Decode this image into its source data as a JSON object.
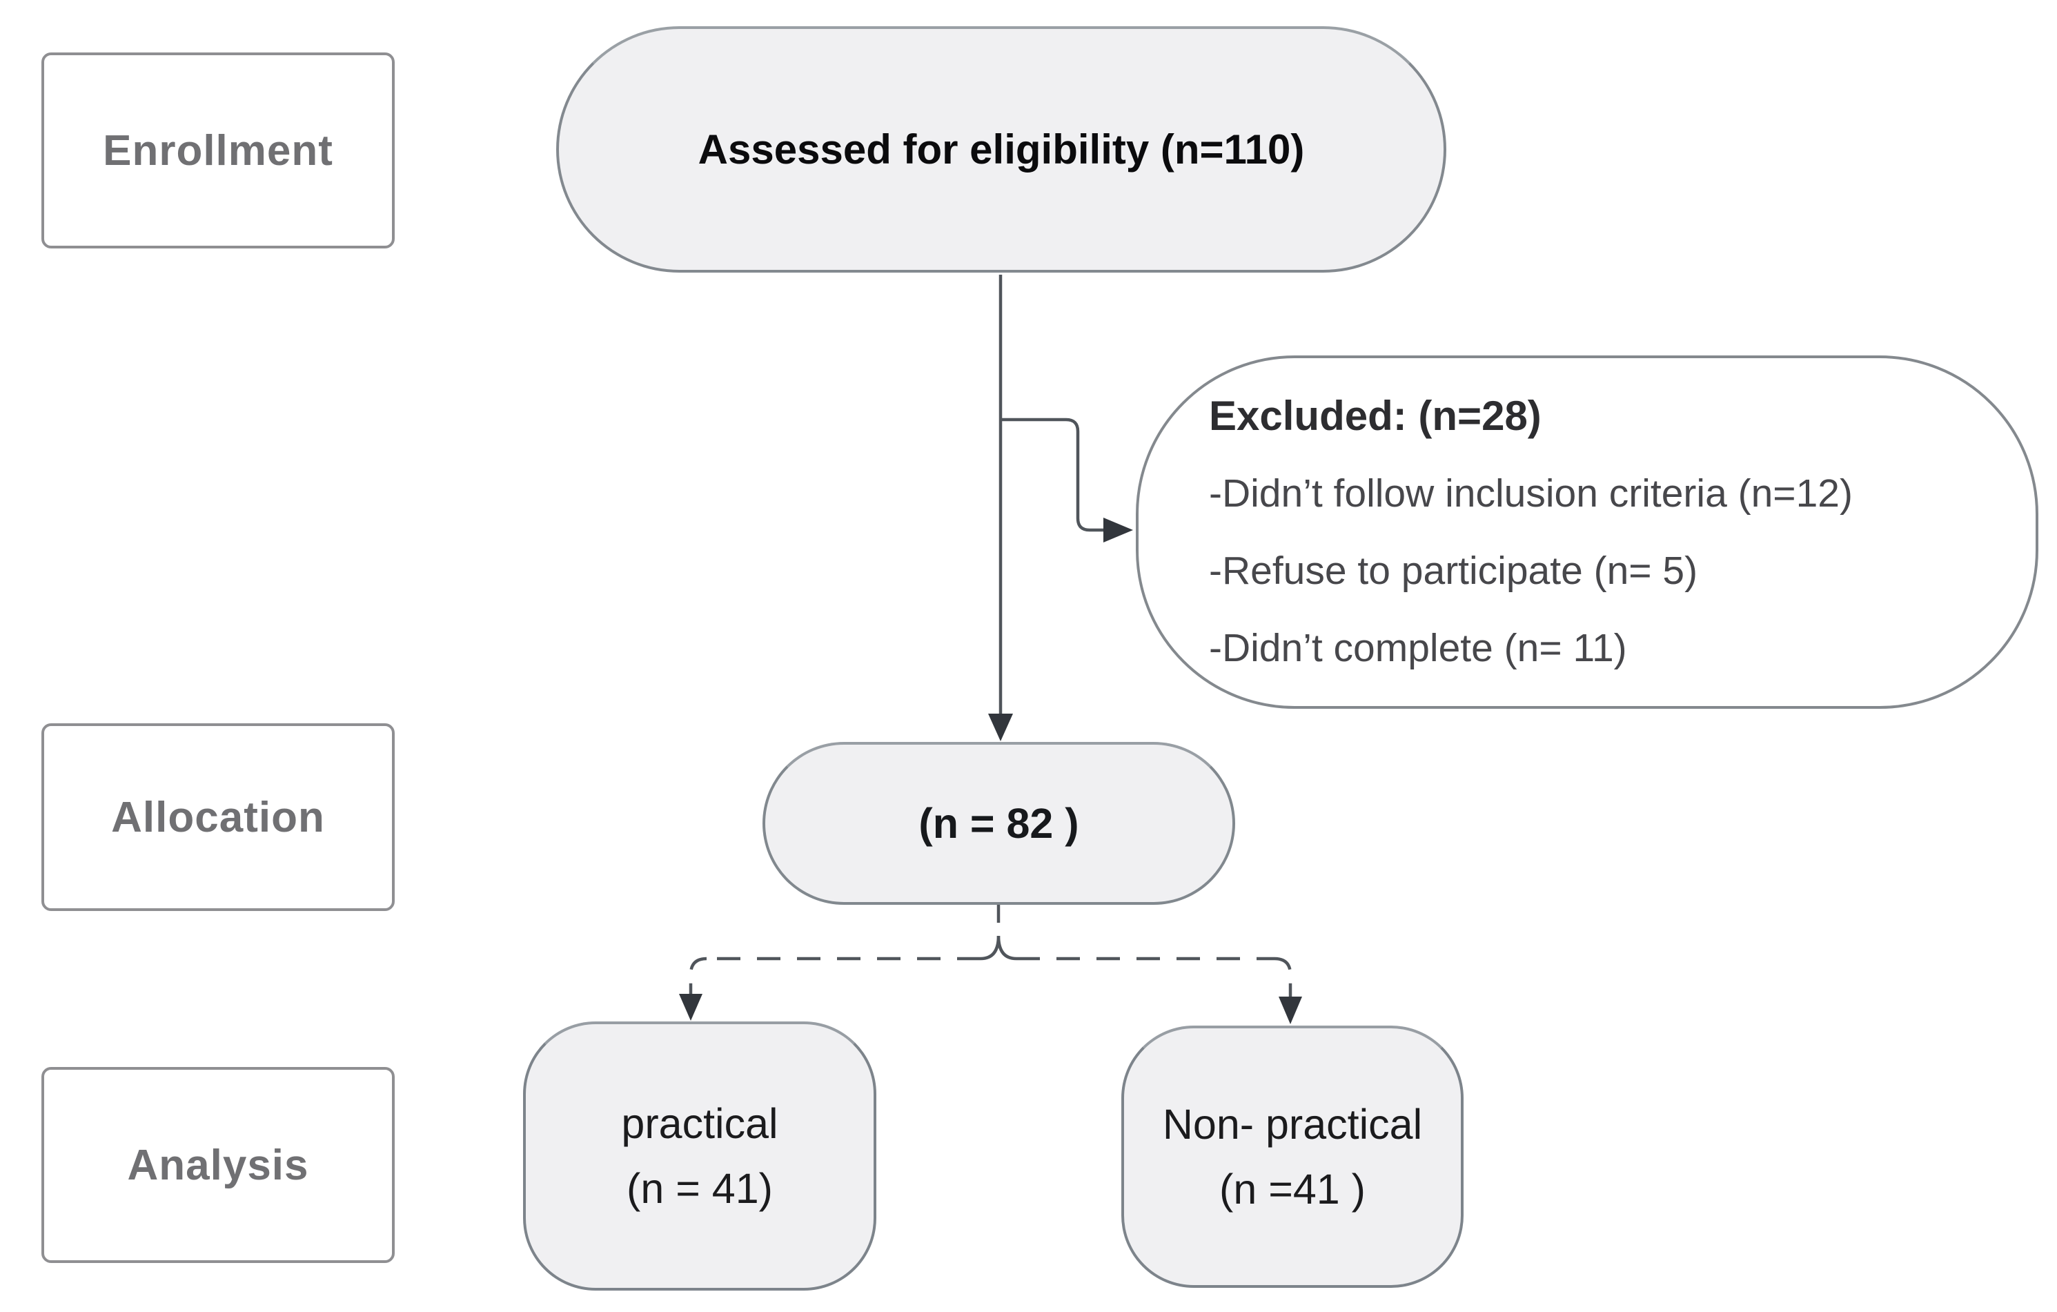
{
  "diagram": {
    "title_hint": "CONSORT-style participant flow diagram",
    "stages": [
      {
        "label": "Enrollment"
      },
      {
        "label": "Allocation"
      },
      {
        "label": "Analysis"
      }
    ],
    "nodes": {
      "assessed": {
        "text": "Assessed for eligibility (n=110)"
      },
      "excluded": {
        "title": "Excluded: (n=28)",
        "items": [
          "-Didn’t follow inclusion criteria (n=12)",
          "-Refuse to participate (n= 5)",
          "-Didn’t complete (n= 11)"
        ]
      },
      "allocated": {
        "text": "(n = 82 )"
      },
      "arm_left": {
        "name": "practical",
        "count": "(n = 41)"
      },
      "arm_right": {
        "name": "Non- practical",
        "count": "(n =41 )"
      }
    },
    "colors": {
      "background": "#ffffff",
      "shape_fill": "#f0f0f2",
      "shape_border": "#83898f",
      "label_box_border": "#8f8f92",
      "label_text": "#707073",
      "connector": "#50555b",
      "text_dark": "#0b0b0d",
      "text_gray": "#47474b"
    }
  }
}
